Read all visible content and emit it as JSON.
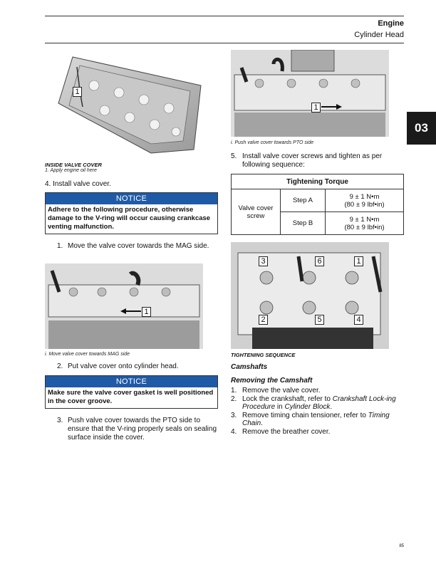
{
  "header": {
    "title": "Engine",
    "subtitle": "Cylinder Head"
  },
  "tab": {
    "label": "03"
  },
  "figures": {
    "inside_cover": {
      "title": "INSIDE VALVE COVER",
      "note": "1.  Apply engine oil here",
      "callout": "1"
    },
    "pto": {
      "note": "i.   Push valve cover towards PTO side",
      "callout": "1"
    },
    "mag": {
      "note": "i.   Move valve cover towards MAG side",
      "callout": "1"
    },
    "sequence": {
      "title": "TIGHTENING SEQUENCE",
      "callouts": [
        "3",
        "6",
        "1",
        "2",
        "5",
        "4"
      ]
    }
  },
  "left": {
    "step4": "4.  Install valve cover.",
    "notice1": {
      "head": "NOTICE",
      "body": "Adhere to the following procedure, otherwise damage to the V-ring will occur causing crankcase venting malfunction."
    },
    "sub1": {
      "num": "1.",
      "text": "Move the valve cover towards the MAG side."
    },
    "sub2": {
      "num": "2.",
      "text": "Put valve cover onto cylinder head."
    },
    "notice2": {
      "head": "NOTICE",
      "body": "Make sure the valve cover gasket is well positioned in the cover groove."
    },
    "sub3": {
      "num": "3.",
      "text": "Push valve cover towards the PTO side to ensure that the V-ring properly seals on sealing surface inside the cover."
    }
  },
  "right": {
    "step5": {
      "num": "5.",
      "text": "Install valve cover screws and tighten as per following sequence:"
    },
    "torque_table": {
      "header": "Tightening Torque",
      "item": "Valve cover screw",
      "rows": [
        {
          "step": "Step A",
          "value": "9 ± 1 N•m",
          "value2": "(80 ± 9 lbf•in)"
        },
        {
          "step": "Step B",
          "value": "9 ± 1 N•m",
          "value2": "(80 ± 9 lbf•in)"
        }
      ]
    },
    "section": "Camshafts",
    "subsection": "Removing the Camshaft",
    "steps": [
      {
        "num": "1.",
        "parts": [
          {
            "t": "Remove the valve cover.",
            "i": false
          }
        ]
      },
      {
        "num": "2.",
        "parts": [
          {
            "t": "Lock the crankshaft, refer to ",
            "i": false
          },
          {
            "t": "Crankshaft Lock-ing Procedure",
            "i": true
          },
          {
            "t": " in ",
            "i": false
          },
          {
            "t": "Cylinder Block",
            "i": true
          },
          {
            "t": ".",
            "i": false
          }
        ]
      },
      {
        "num": "3.",
        "parts": [
          {
            "t": "Remove timing chain tensioner, refer to ",
            "i": false
          },
          {
            "t": "Timing Chain",
            "i": true
          },
          {
            "t": ".",
            "i": false
          }
        ]
      },
      {
        "num": "4.",
        "parts": [
          {
            "t": "Remove the breather cover.",
            "i": false
          }
        ]
      }
    ]
  },
  "page_number": "85"
}
